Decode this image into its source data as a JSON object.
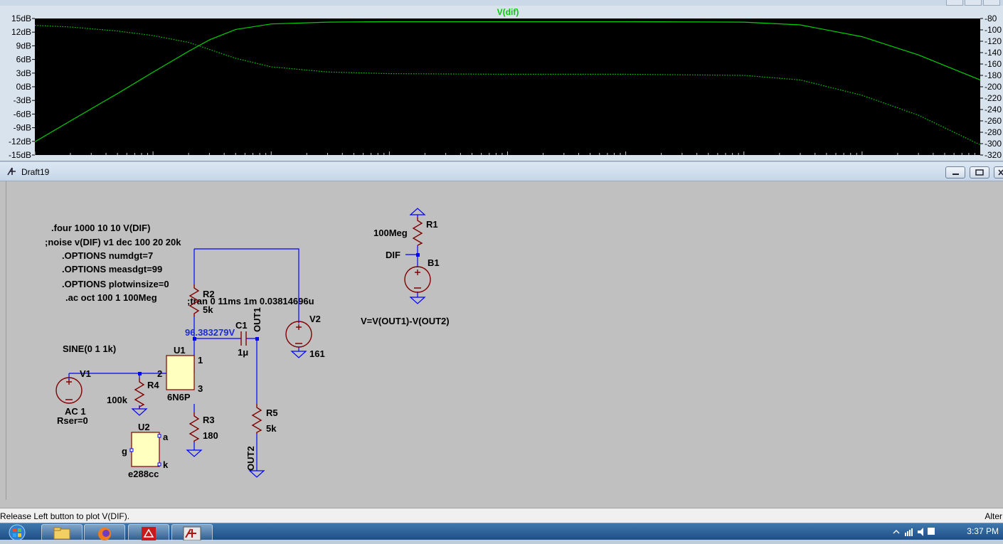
{
  "plot": {
    "title": "V(dif)",
    "left_axis_ticks": [
      "15dB",
      "12dB",
      "9dB",
      "6dB",
      "3dB",
      "0dB",
      "-3dB",
      "-6dB",
      "-9dB",
      "-12dB",
      "-15dB"
    ],
    "right_axis_ticks": [
      "-80",
      "-100",
      "-120",
      "-140",
      "-160",
      "-180",
      "-200",
      "-220",
      "-240",
      "-260",
      "-280",
      "-300",
      "-320"
    ],
    "trace_color": "#00d000"
  },
  "chart_data": {
    "type": "line",
    "title": "V(dif)",
    "x_scale": "log",
    "xlabel": "",
    "ylabel": "",
    "ylim": [
      -15,
      15
    ],
    "y2lim": [
      -320,
      -80
    ],
    "grid": false,
    "series": [
      {
        "name": "",
        "axis": "left",
        "style": "solid",
        "x": [
          1,
          2,
          5,
          10,
          20,
          30,
          50,
          100,
          300,
          1000,
          100000,
          1000000,
          3000000,
          10000000,
          30000000,
          100000000
        ],
        "y": [
          -12.1,
          -7.5,
          -1.5,
          3.2,
          7.8,
          10.3,
          12.6,
          13.8,
          14.2,
          14.3,
          14.3,
          14.2,
          13.6,
          11.0,
          7.0,
          1.5
        ]
      },
      {
        "name": "",
        "axis": "right",
        "style": "dotted",
        "x": [
          1,
          2,
          5,
          10,
          20,
          50,
          100,
          300,
          1000,
          10000,
          100000,
          1000000,
          3000000,
          10000000,
          30000000,
          100000000
        ],
        "y": [
          -92,
          -95,
          -102,
          -110,
          -122,
          -150,
          -165,
          -174,
          -177,
          -178,
          -178,
          -180,
          -188,
          -215,
          -250,
          -302
        ]
      }
    ]
  },
  "schematic": {
    "window_title": "Draft19",
    "directives": {
      "four": ".four 1000 10 10 V(DIF)",
      "noise": ";noise v(DIF) v1 dec 100 20 20k",
      "numdgt": ".OPTIONS numdgt=7",
      "measdgt": ".OPTIONS measdgt=99",
      "plotwinsize": ".OPTIONS plotwinsize=0",
      "ac": ".ac oct 100 1 100Meg",
      "tran": ";tran 0 11ms 1m 0.03814696u"
    },
    "labels": {
      "sine": "SINE(0 1 1k)",
      "v1": "V1",
      "ac1": "AC 1",
      "rser": "Rser=0",
      "r4": "R4",
      "r4_val": "100k",
      "u1": "U1",
      "u1_model": "6N6P",
      "pin1": "1",
      "pin2": "2",
      "pin3": "3",
      "r2": "R2",
      "r2_val": "5k",
      "r3": "R3",
      "r3_val": "180",
      "c1": "C1",
      "c1_val": "1μ",
      "out1": "OUT1",
      "out2": "OUT2",
      "r5": "R5",
      "r5_val": "5k",
      "v2": "V2",
      "v2_val": "161",
      "probe_value": "96.383279V",
      "u2": "U2",
      "u2_model": "e288cc",
      "u2_a": "a",
      "u2_g": "g",
      "u2_k": "k",
      "r1": "R1",
      "r1_val": "100Meg",
      "dif": "DIF",
      "b1": "B1",
      "b1_expr": "V=V(OUT1)-V(OUT2)"
    },
    "colors": {
      "wire": "#0000ff",
      "component": "#800000",
      "component_fill": "#ffffc0",
      "probe_text": "#1a2ad6"
    }
  },
  "status": {
    "message": "Release Left button to plot V(DIF).",
    "right": "Alter"
  },
  "taskbar": {
    "items": [
      "start-orb",
      "explorer-icon",
      "firefox-icon",
      "acrobat-icon",
      "ltspice-icon"
    ],
    "clock": "3:37 PM"
  }
}
